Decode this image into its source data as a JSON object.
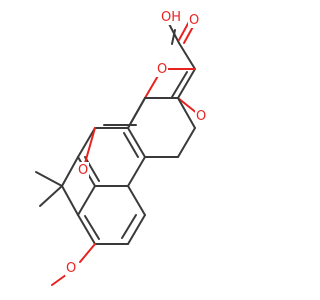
{
  "molecule": {
    "atom_labels": {
      "carboxyl_oh": "OH",
      "carboxyl_o": "O",
      "ring_o_pyranone": "O",
      "ketone_o": "O",
      "ring_o_chromene": "O",
      "methoxy_o": "O"
    },
    "colors": {
      "bond": "#3a3a3a",
      "oxygen": "#e8231f",
      "background": "#ffffff"
    }
  }
}
